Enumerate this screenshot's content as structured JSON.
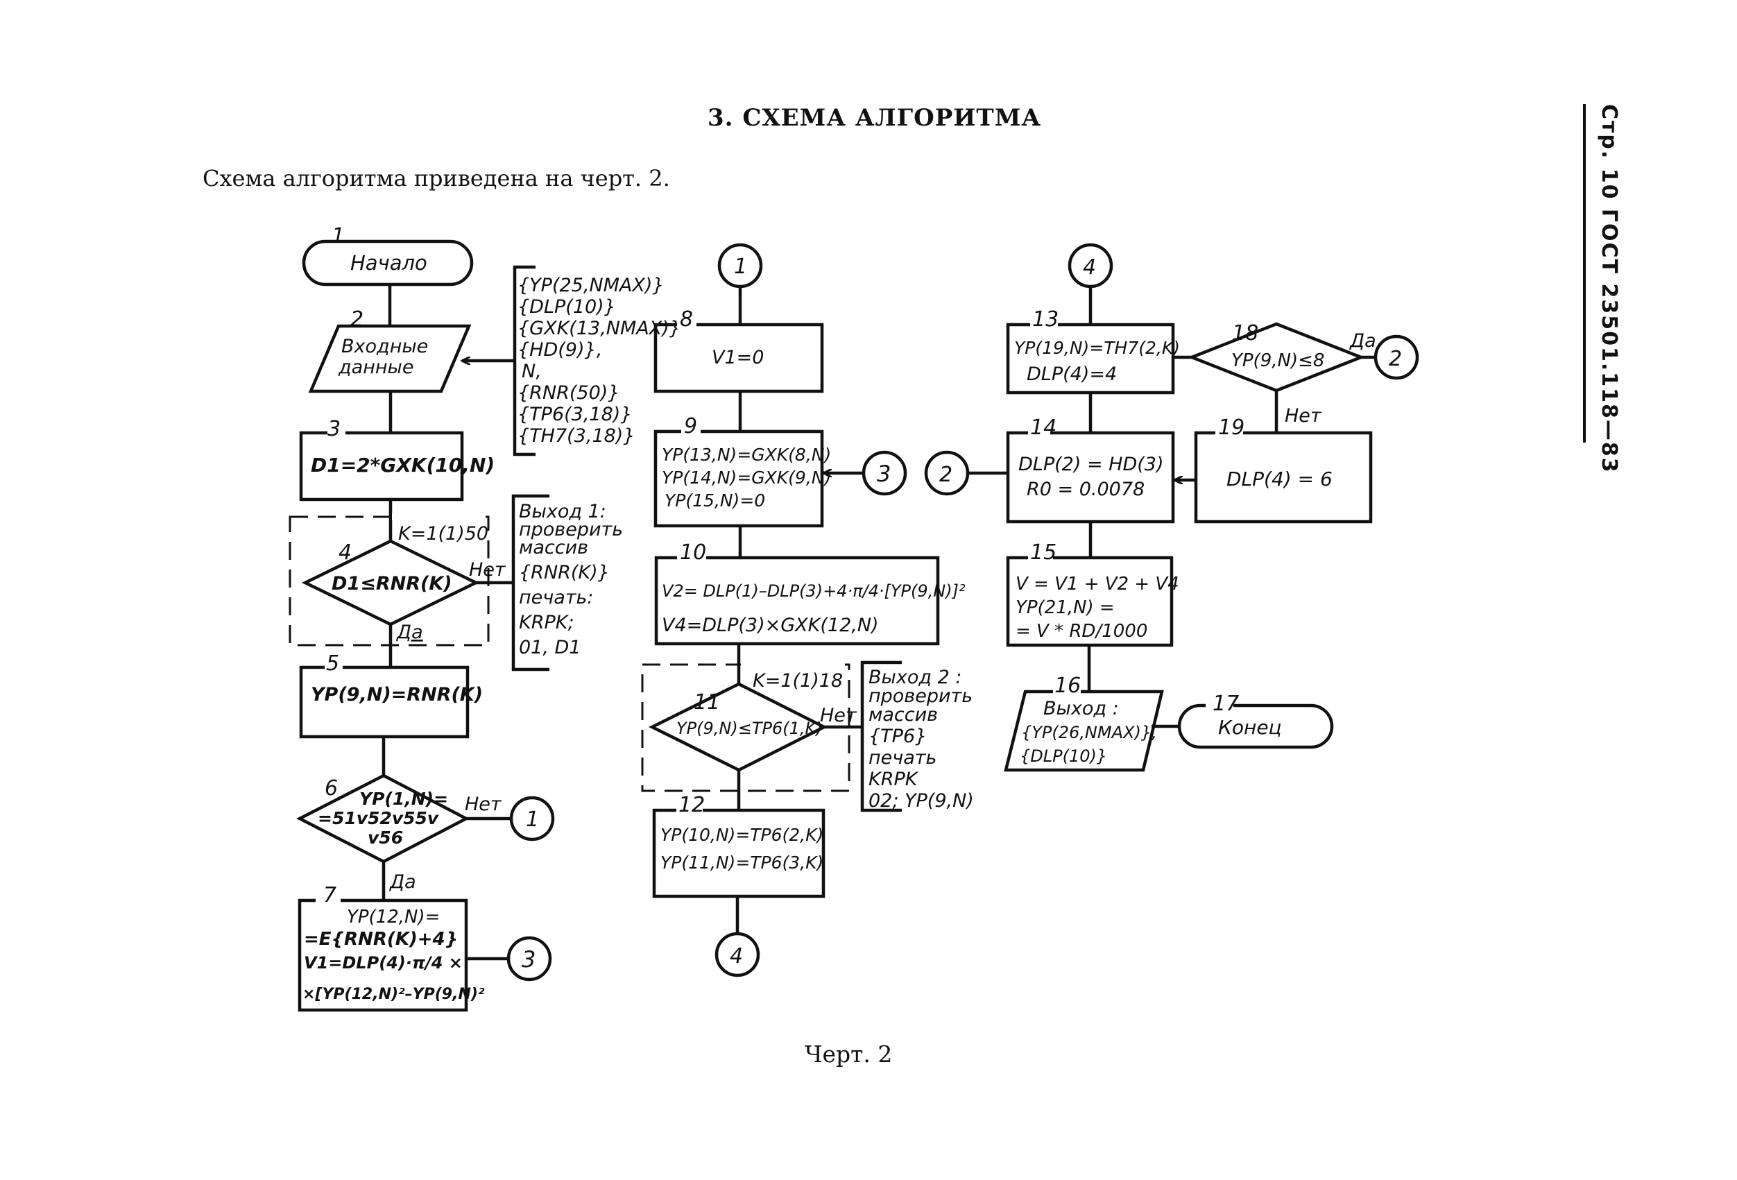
{
  "page": {
    "section_title": "3. СХЕМА АЛГОРИТМА",
    "intro_text": "Схема алгоритма приведена на черт. 2.",
    "caption": "Черт. 2",
    "side_header": "Стр. 10 ГОСТ 23501.118—83"
  },
  "flowchart": {
    "blocks": [
      {
        "id": "1",
        "type": "terminator",
        "lines": [
          "Начало"
        ]
      },
      {
        "id": "2",
        "type": "input",
        "lines": [
          "Входные",
          "данные"
        ]
      },
      {
        "id": "3",
        "type": "process",
        "lines": [
          "D1=2*GXK(10,N)"
        ]
      },
      {
        "id": "4",
        "type": "decision",
        "lines": [
          "D1≤RNR(K)"
        ],
        "loop": "K=1(1)50",
        "yes": "Да",
        "no": "Нет"
      },
      {
        "id": "5",
        "type": "process",
        "lines": [
          "YP(9,N)=RNR(K)"
        ]
      },
      {
        "id": "6",
        "type": "decision",
        "lines": [
          "YP(1,N)=",
          "=51v52v55v",
          "v56"
        ],
        "yes": "Да",
        "no": "Нет"
      },
      {
        "id": "7",
        "type": "process",
        "lines": [
          "YP(12,N)=",
          "=E{RNR(K)+4}",
          "V1=DLP(4)·π/4 ×",
          "×[YP(12,N)²–YP(9,N)²"
        ]
      },
      {
        "id": "8",
        "type": "process",
        "lines": [
          "V1=0"
        ]
      },
      {
        "id": "9",
        "type": "process",
        "lines": [
          "YP(13,N)=GXK(8,N)",
          "YP(14,N)=GXK(9,N)",
          "YP(15,N)=0"
        ]
      },
      {
        "id": "10",
        "type": "process",
        "lines": [
          "V2= DLP(1)–DLP(3)+4·π/4·[YP(9,N)]²",
          "V4=DLP(3)×GXK(12,N)"
        ]
      },
      {
        "id": "11",
        "type": "decision",
        "lines": [
          "YP(9,N)≤TP6(1,K)"
        ],
        "loop": "K=1(1)18",
        "no": "Нет"
      },
      {
        "id": "12",
        "type": "process",
        "lines": [
          "YP(10,N)=TP6(2,K)",
          "YP(11,N)=TP6(3,K)"
        ]
      },
      {
        "id": "13",
        "type": "process",
        "lines": [
          "YP(19,N)=TH7(2,K)",
          "DLP(4)=4"
        ]
      },
      {
        "id": "14",
        "type": "process",
        "lines": [
          "DLP(2) = HD(3)",
          "R0 = 0.0078"
        ]
      },
      {
        "id": "15",
        "type": "process",
        "lines": [
          "V = V1 + V2 + V4",
          "YP(21,N) =",
          "= V * RD/1000"
        ]
      },
      {
        "id": "16",
        "type": "output",
        "lines": [
          "Выход :",
          "{YP(26,NMAX)},",
          "{DLP(10)}"
        ]
      },
      {
        "id": "17",
        "type": "terminator",
        "lines": [
          "Конец"
        ]
      },
      {
        "id": "18",
        "type": "decision",
        "lines": [
          "YP(9,N)≤8"
        ],
        "yes": "Да",
        "no": "Нет"
      },
      {
        "id": "19",
        "type": "process",
        "lines": [
          "DLP(4) = 6"
        ]
      }
    ],
    "annotations": {
      "input_data": [
        "{YP(25,NMAX)}",
        "{DLP(10)}",
        "{GXK(13,NMAX)}",
        "{HD(9)},",
        "N,",
        "{RNR(50)}",
        "{TP6(3,18)}",
        "{TH7(3,18)}"
      ],
      "exit1": [
        "Выход 1:",
        "проверить",
        "массив",
        "{RNR(K)}",
        "печать:",
        "KRPK;",
        "01, D1"
      ],
      "exit2": [
        "Выход 2 :",
        "проверить",
        "массив",
        "{TP6}",
        "печать",
        "KRPK",
        "02; YP(9,N)"
      ]
    },
    "connectors": {
      "c1_out": "1",
      "c3_out": "3",
      "c1_in": "1",
      "c3_in": "3",
      "c4_out": "4",
      "c4_in": "4",
      "c2_in": "2",
      "c2_out": "2"
    }
  }
}
